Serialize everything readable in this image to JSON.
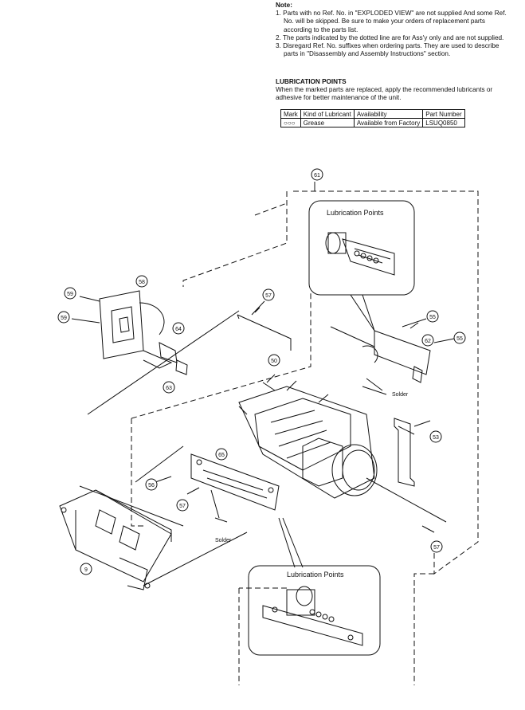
{
  "notes": {
    "heading": "Note:",
    "items": [
      "1. Parts with no Ref. No. in \"EXPLODED VIEW\" are not supplied And some Ref. No. will be skipped. Be sure to make your orders of replacement parts according to the parts list.",
      "2. The parts indicated by the dotted line are for Ass'y only and are not supplied.",
      "3. Disregard Ref. No. suffixes when ordering parts. They are used to describe parts in \"Disassembly and Assembly Instructions\" section."
    ]
  },
  "lubrication": {
    "heading": "LUBRICATION POINTS",
    "text": "When the marked parts are replaced, apply the recommended lubricants or adhesive for better maintenance of the unit.",
    "table": {
      "headers": [
        "Mark",
        "Kind of Lubricant",
        "Availability",
        "Part Number"
      ],
      "rows": [
        [
          "○○○",
          "Grease",
          "Available from Factory",
          "LSUQ0850"
        ]
      ]
    }
  },
  "callouts": {
    "top_insert": "Lubrication Points",
    "bottom_insert": "Lubrication Points",
    "solder_1": "Solder",
    "solder_2": "Solder"
  },
  "ref_numbers": {
    "r61": "61",
    "r58": "58",
    "r59a": "59",
    "r59b": "59",
    "r64": "64",
    "r63": "63",
    "r57a": "57",
    "r50": "50",
    "r55a": "55",
    "r55b": "55",
    "r62": "62",
    "r53": "53",
    "r65": "65",
    "r56": "56",
    "r9": "9",
    "r57b": "57"
  }
}
